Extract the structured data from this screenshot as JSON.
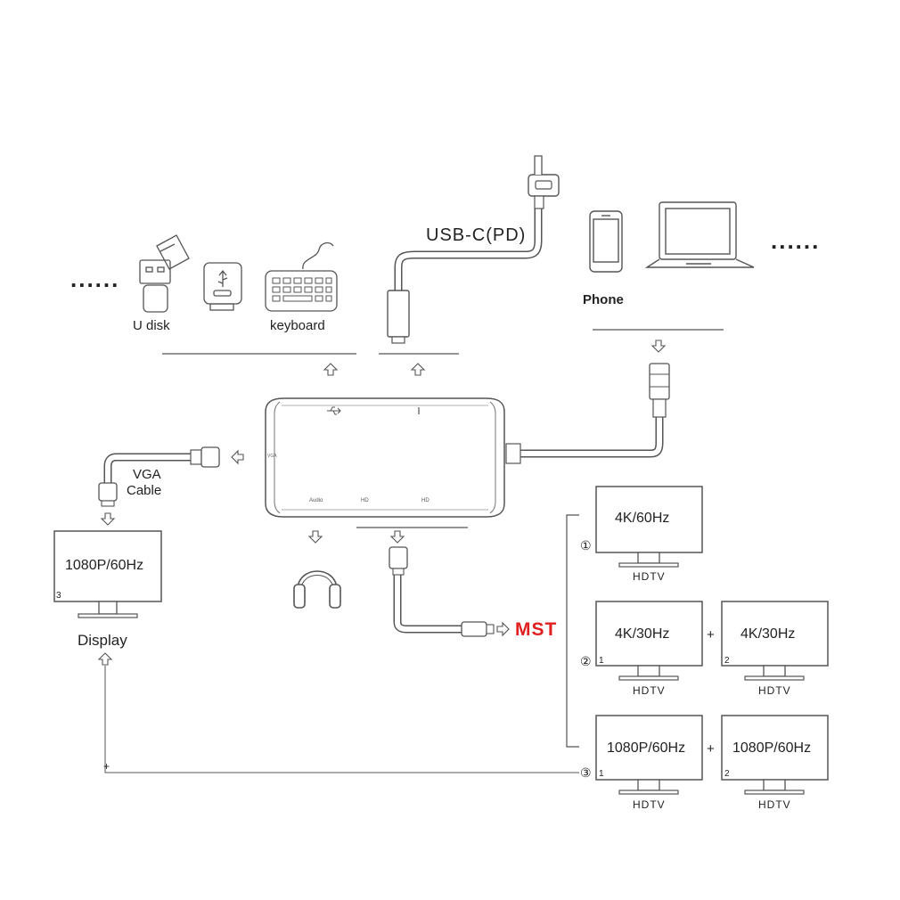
{
  "colors": {
    "line": "#555555",
    "mst": "#e02020",
    "background": "#ffffff"
  },
  "left_group": {
    "ellipsis": "......",
    "u_disk_label": "U disk",
    "keyboard_label": "keyboard",
    "icons": [
      "usb-flash-drive-icon",
      "usb-adapter-icon",
      "keyboard-icon"
    ]
  },
  "usb_c": {
    "label": "USB-C(PD)"
  },
  "right_group": {
    "ellipsis": "......",
    "phone_label": "Phone",
    "icons": [
      "smartphone-icon",
      "laptop-icon"
    ]
  },
  "hub": {
    "port_labels": [
      "Audio",
      "HD",
      "HD"
    ],
    "icons": [
      "usb-symbol-icon",
      "power-symbol-icon"
    ]
  },
  "vga": {
    "label_line1": "VGA",
    "label_line2": "Cable"
  },
  "display": {
    "resolution": "1080P/60Hz",
    "number": "3",
    "label": "Display"
  },
  "mst": {
    "label": "MST"
  },
  "mst_options": [
    {
      "marker": "①",
      "screens": [
        {
          "resolution": "4K/60Hz",
          "number": "",
          "label": "HDTV"
        }
      ]
    },
    {
      "marker": "②",
      "screens": [
        {
          "resolution": "4K/30Hz",
          "number": "1",
          "label": "HDTV"
        },
        {
          "resolution": "4K/30Hz",
          "number": "2",
          "label": "HDTV"
        }
      ]
    },
    {
      "marker": "③",
      "screens": [
        {
          "resolution": "1080P/60Hz",
          "number": "1",
          "label": "HDTV"
        },
        {
          "resolution": "1080P/60Hz",
          "number": "2",
          "label": "HDTV"
        }
      ]
    }
  ],
  "plus_sign": "+"
}
